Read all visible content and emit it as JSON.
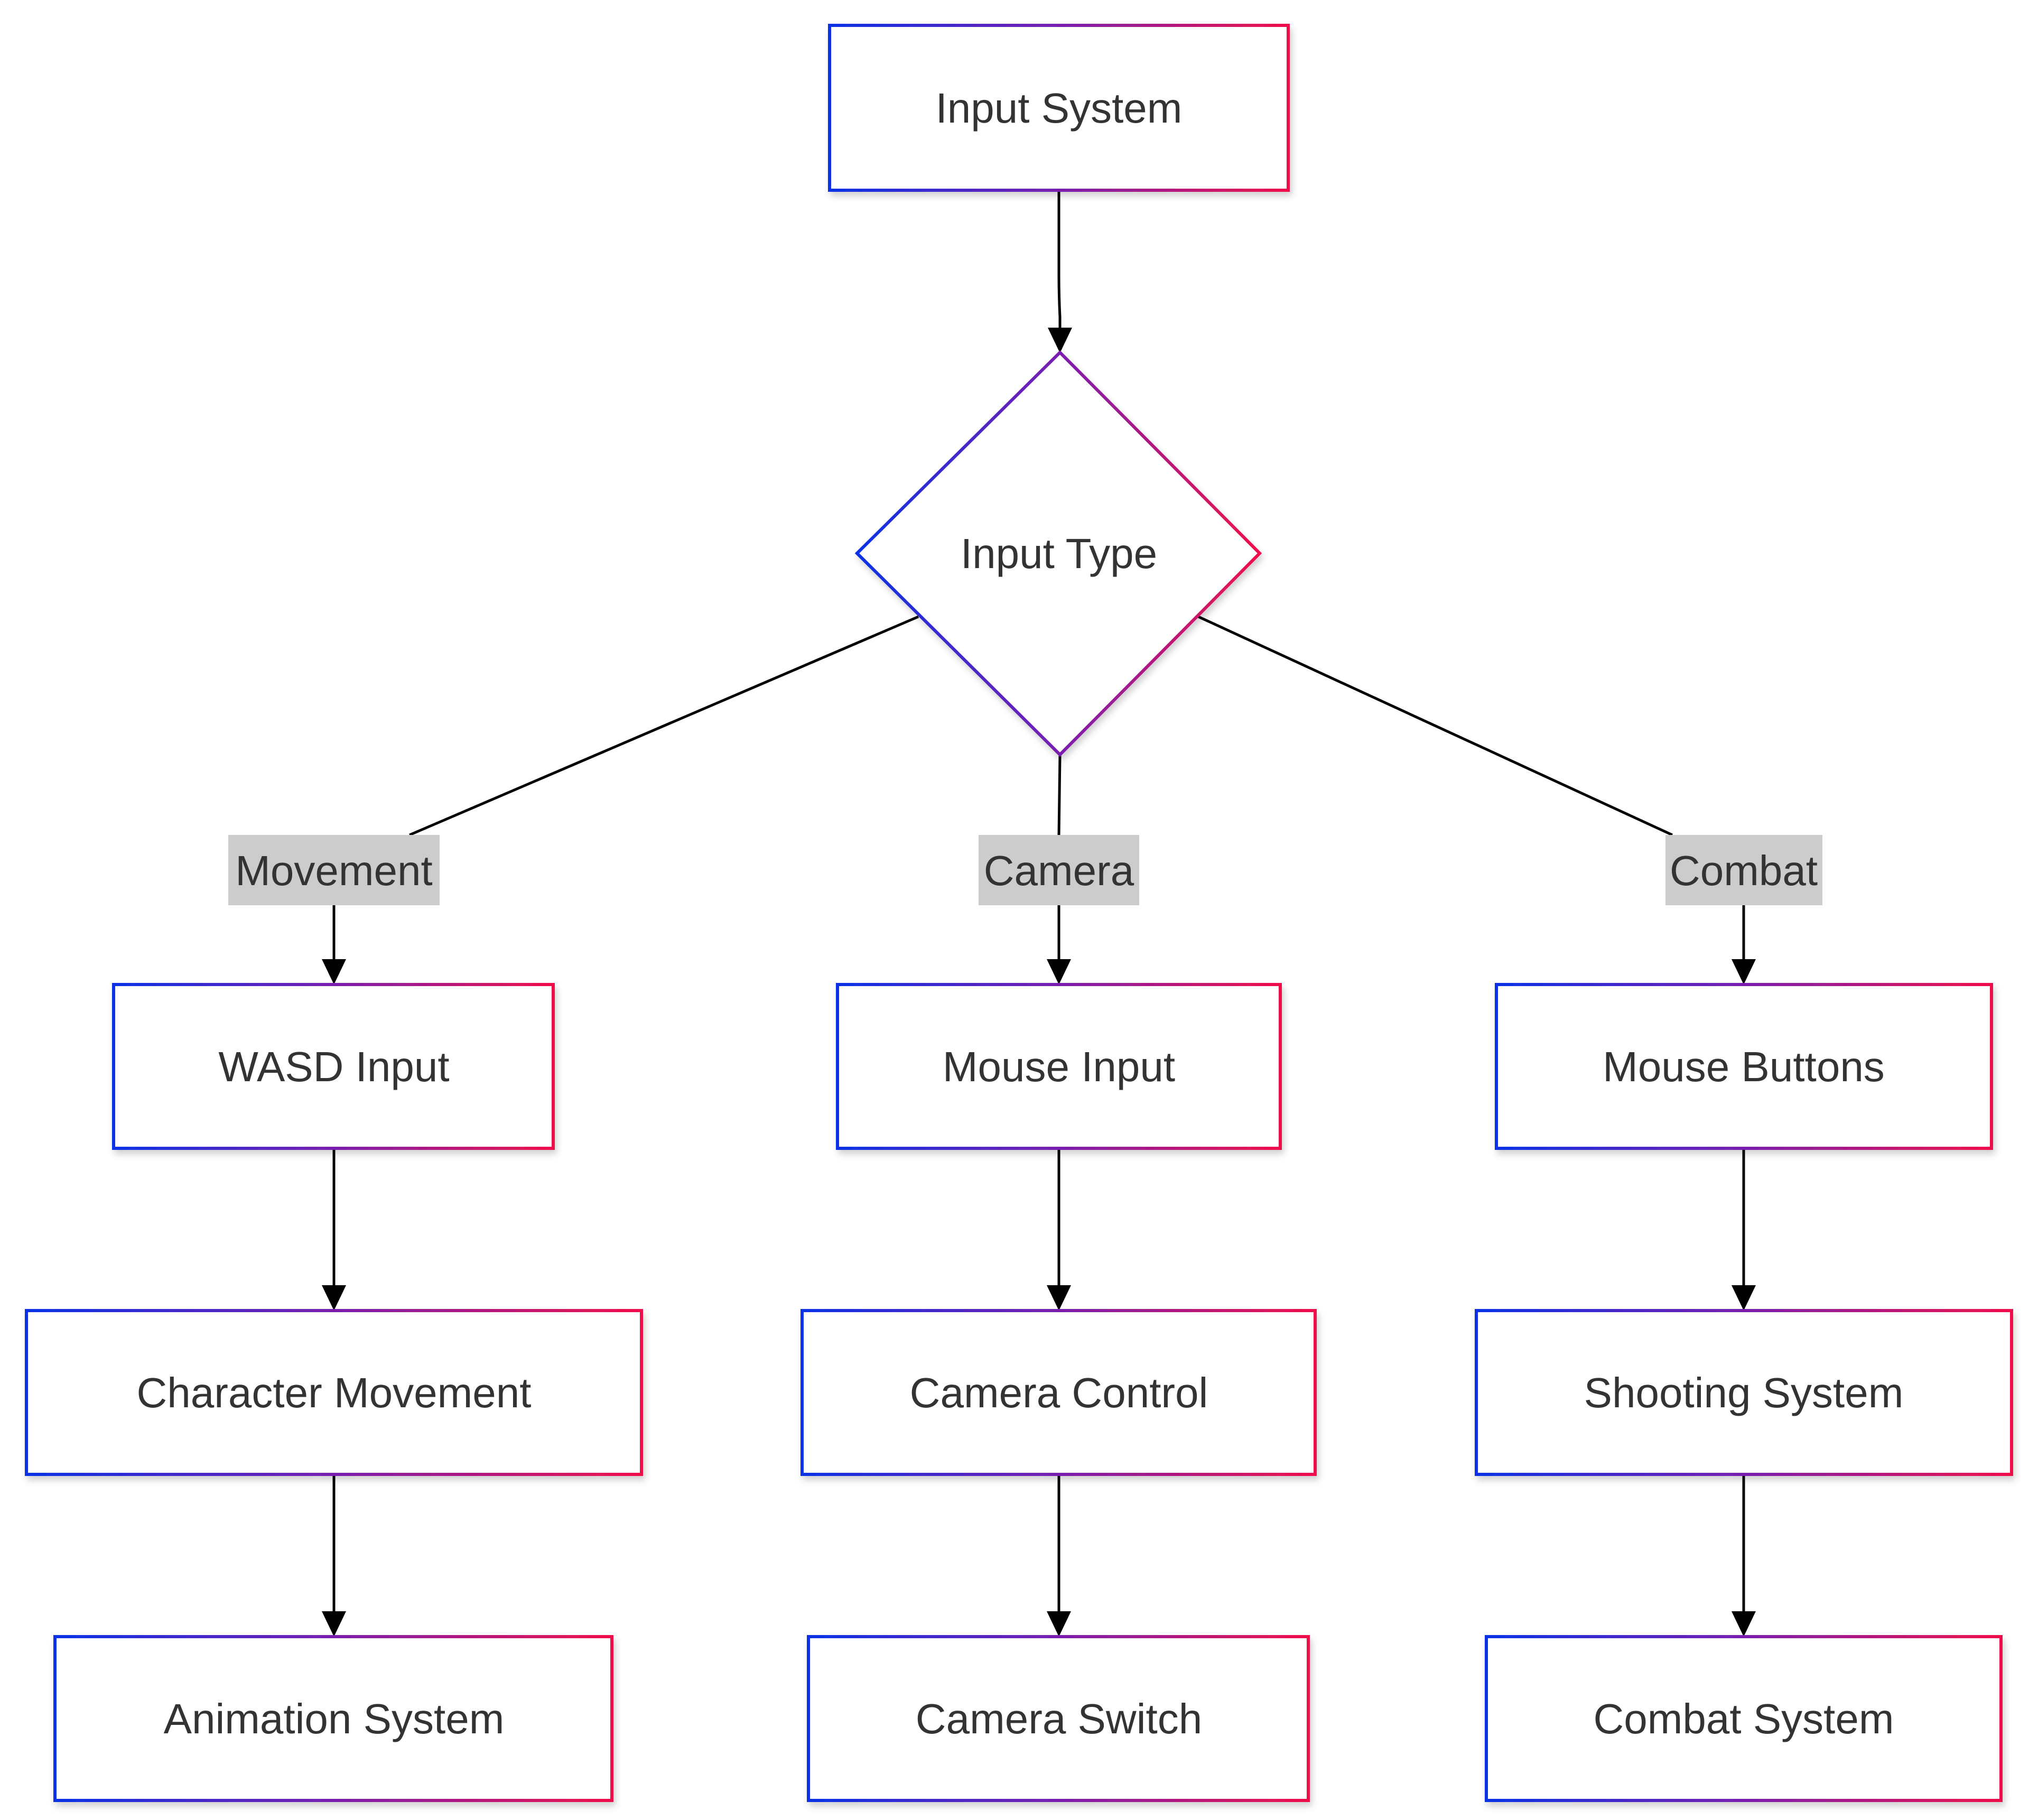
{
  "colors": {
    "border_start": "#0a32e6",
    "border_end": "#f0104a",
    "node_fill": "#ffffff",
    "edge": "#000000",
    "text": "#333333",
    "label_bg": "#cccccc"
  },
  "nodes": {
    "input_system": "Input System",
    "input_type": "Input Type",
    "wasd_input": "WASD Input",
    "mouse_input": "Mouse Input",
    "mouse_buttons": "Mouse Buttons",
    "character_movement": "Character Movement",
    "camera_control": "Camera Control",
    "shooting_system": "Shooting System",
    "animation_system": "Animation System",
    "camera_switch": "Camera Switch",
    "combat_system": "Combat System"
  },
  "edge_labels": {
    "movement": "Movement",
    "camera": "Camera",
    "combat": "Combat"
  }
}
